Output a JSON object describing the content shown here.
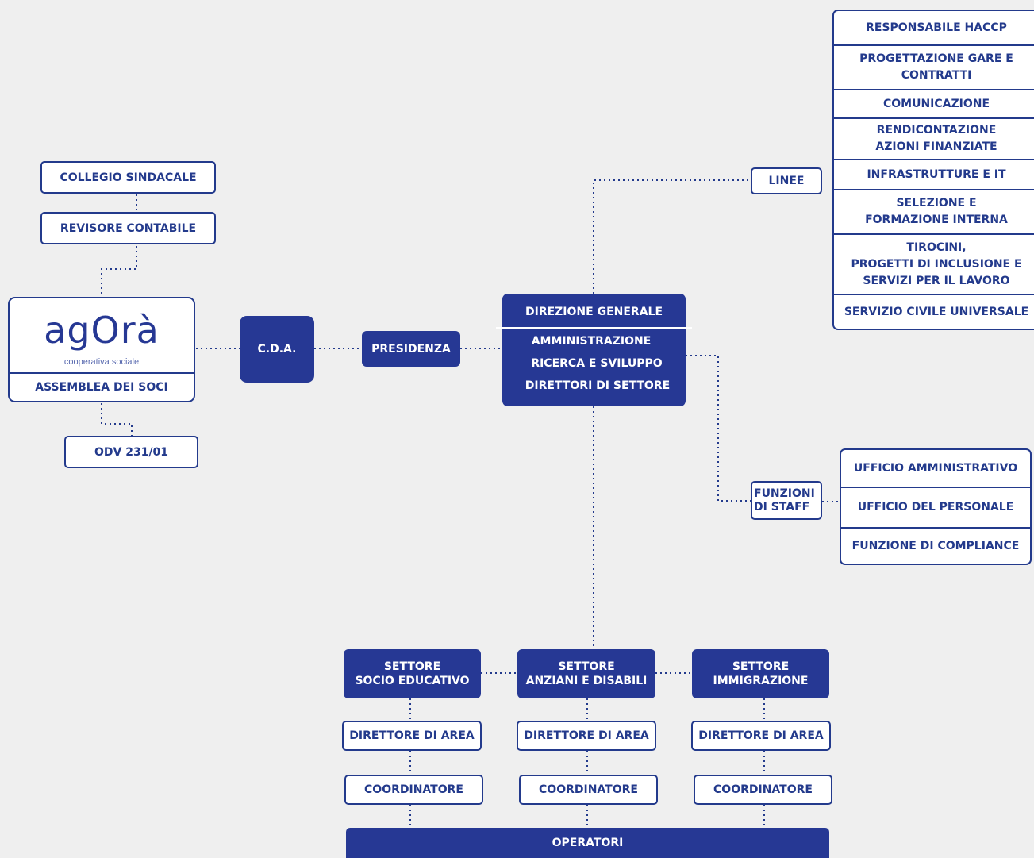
{
  "logo": {
    "brand": "agOrà",
    "subtitle": "cooperativa sociale",
    "label": "ASSEMBLEA DEI SOCI"
  },
  "left": {
    "collegio": "COLLEGIO SINDACALE",
    "revisore": "REVISORE CONTABILE",
    "odv": "ODV 231/01"
  },
  "cda": "C.D.A.",
  "presidenza": "PRESIDENZA",
  "direzione": {
    "title": "DIREZIONE GENERALE",
    "items": [
      "AMMINISTRAZIONE",
      "RICERCA E SVILUPPO",
      "DIRETTORI DI SETTORE"
    ]
  },
  "linee": {
    "label": "LINEE",
    "items": [
      "RESPONSABILE HACCP",
      "PROGETTAZIONE GARE E\nCONTRATTI",
      "COMUNICAZIONE",
      "RENDICONTAZIONE\nAZIONI FINANZIATE",
      "INFRASTRUTTURE E IT",
      "SELEZIONE E\nFORMAZIONE INTERNA",
      "TIROCINI,\nPROGETTI DI INCLUSIONE E\nSERVIZI PER IL LAVORO",
      "SERVIZIO CIVILE UNIVERSALE"
    ]
  },
  "staff": {
    "label": "FUNZIONI\nDI STAFF",
    "items": [
      "UFFICIO AMMINISTRATIVO",
      "UFFICIO DEL PERSONALE",
      "FUNZIONE DI COMPLIANCE"
    ]
  },
  "settori": [
    {
      "name": "SETTORE\nSOCIO EDUCATIVO",
      "direttore": "DIRETTORE DI AREA",
      "coordinatore": "COORDINATORE"
    },
    {
      "name": "SETTORE\nANZIANI E DISABILI",
      "direttore": "DIRETTORE DI AREA",
      "coordinatore": "COORDINATORE"
    },
    {
      "name": "SETTORE\nIMMIGRAZIONE",
      "direttore": "DIRETTORE DI AREA",
      "coordinatore": "COORDINATORE"
    }
  ],
  "operatori": "OPERATORI",
  "colors": {
    "navy": "#263894",
    "background": "#efefef",
    "box_fill": "#ffffff"
  }
}
